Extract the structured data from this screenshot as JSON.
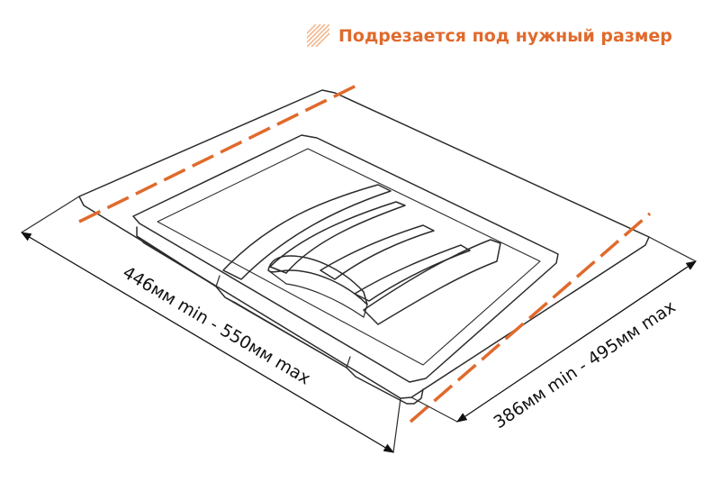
{
  "legend": {
    "text": "Подрезается под нужный размер",
    "icon": "diagonal-hatch-swatch-icon"
  },
  "dimensions": {
    "width": "446мм min - 550мм max",
    "depth": "386мм min - 495мм max"
  },
  "colors": {
    "accent": "#e06a2c",
    "outline": "#2b2b2b",
    "hatch": "#f0c9a8"
  }
}
